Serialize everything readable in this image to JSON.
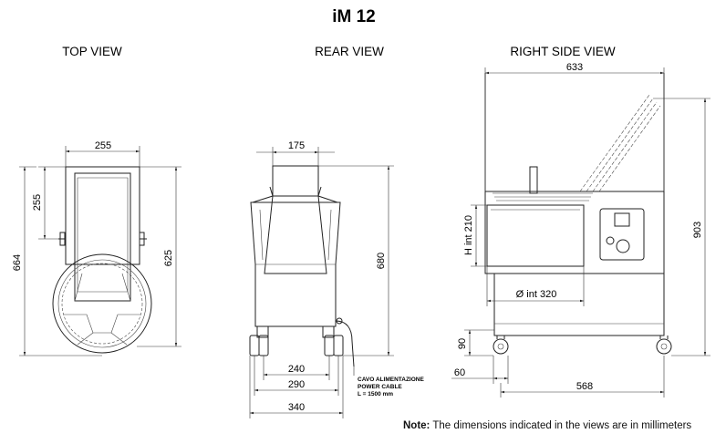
{
  "title": "iM 12",
  "views": {
    "top": "TOP VIEW",
    "rear": "REAR VIEW",
    "side": "RIGHT SIDE VIEW"
  },
  "dimensions": {
    "top_width": "255",
    "top_offset": "255",
    "top_length": "664",
    "top_length_inner": "625",
    "rear_top": "175",
    "rear_height": "680",
    "rear_wheels_1": "240",
    "rear_wheels_2": "290",
    "rear_total": "340",
    "side_depth": "633",
    "side_height": "903",
    "side_bowl_h": "H int  210",
    "side_bowl_d": "Ø int  320",
    "side_foot_h": "90",
    "side_foot_w": "60",
    "side_base": "568"
  },
  "cable": {
    "line1": "CAVO ALIMENTAZIONE",
    "line2": "POWER CABLE",
    "line3": "L = 1500 mm"
  },
  "note": {
    "label": "Note:",
    "text": " The dimensions indicated in the views are in millimeters"
  }
}
